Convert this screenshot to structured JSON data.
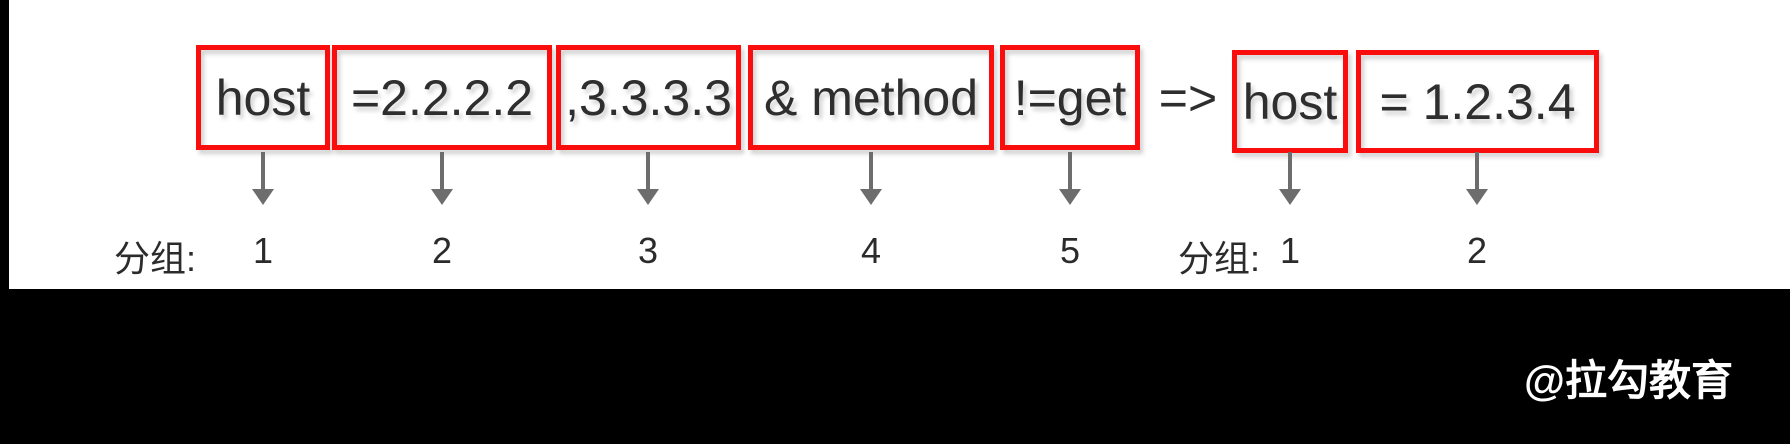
{
  "diagram": {
    "rule_left": [
      {
        "text": "host",
        "group": "1"
      },
      {
        "text": "=2.2.2.2",
        "group": "2"
      },
      {
        "text": ",3.3.3.3",
        "group": "3"
      },
      {
        "text": "& method",
        "group": "4"
      },
      {
        "text": "!=get",
        "group": "5"
      }
    ],
    "operator": "=>",
    "rule_right": [
      {
        "text": "host",
        "group": "1"
      },
      {
        "text": "= 1.2.3.4",
        "group": "2"
      }
    ],
    "group_label_left": "分组:",
    "group_label_right": "分组:"
  },
  "watermark": {
    "text": "@拉勾教育"
  },
  "colors": {
    "box_border": "#f90d0d",
    "token_text": "#2e2e2e",
    "arrow": "#6d6d6d",
    "label_text": "#2b2b2b",
    "bottom_bar": "#000000",
    "watermark_text": "#ffffff"
  },
  "icons": {
    "down_arrow": "down-arrow"
  }
}
